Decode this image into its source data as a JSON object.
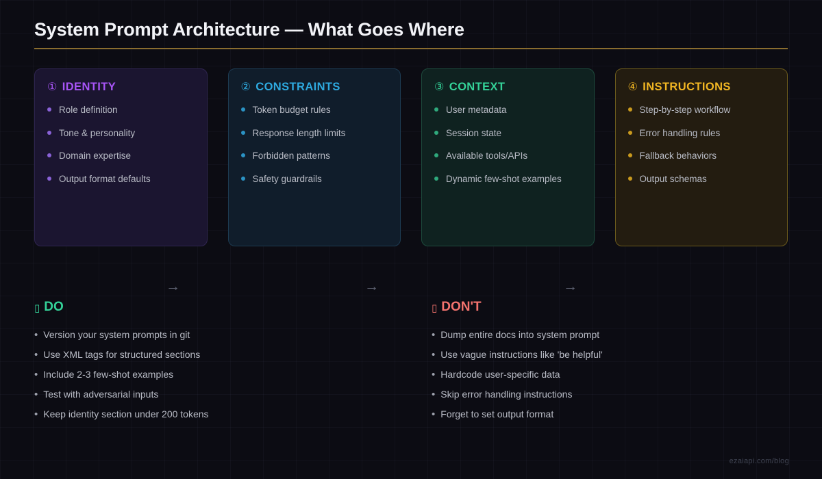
{
  "page": {
    "title": "System Prompt Architecture — What Goes Where",
    "watermark": "ezaiapi.com/blog",
    "background_color": "#0c0c13",
    "rule_color": "#8a6d2f"
  },
  "cards": [
    {
      "number": "①",
      "title": "IDENTITY",
      "accent": "#a855f7",
      "background": "#1b1530",
      "border": "#2f2550",
      "items": [
        "Role definition",
        "Tone & personality",
        "Domain expertise",
        "Output format defaults"
      ]
    },
    {
      "number": "②",
      "title": "CONSTRAINTS",
      "accent": "#2eaae0",
      "background": "#101d2b",
      "border": "#1d3b52",
      "items": [
        "Token budget rules",
        "Response length limits",
        "Forbidden patterns",
        "Safety guardrails"
      ]
    },
    {
      "number": "③",
      "title": "CONTEXT",
      "accent": "#34d399",
      "background": "#0f2220",
      "border": "#1d4a3c",
      "items": [
        "User metadata",
        "Session state",
        "Available tools/APIs",
        "Dynamic few-shot examples"
      ]
    },
    {
      "number": "④",
      "title": "INSTRUCTIONS",
      "accent": "#f2b723",
      "background": "#231c10",
      "border": "#6b5a1c",
      "items": [
        "Step-by-step workflow",
        "Error handling rules",
        "Fallback behaviors",
        "Output schemas"
      ]
    }
  ],
  "arrows": {
    "glyph": "→",
    "color": "#5d6170",
    "count": 3
  },
  "do_panel": {
    "icon": "▯",
    "icon_name": "check-badge-icon",
    "title": "DO",
    "accent": "#34d399",
    "bullet": "•",
    "items": [
      "Version your system prompts in git",
      "Use XML tags for structured sections",
      "Include 2-3 few-shot examples",
      "Test with adversarial inputs",
      "Keep identity section under 200 tokens"
    ]
  },
  "dont_panel": {
    "icon": "▯",
    "icon_name": "cross-badge-icon",
    "title": "DON'T",
    "accent": "#f4736e",
    "bullet": "•",
    "items": [
      "Dump entire docs into system prompt",
      "Use vague instructions like 'be helpful'",
      "Hardcode user-specific data",
      "Skip error handling instructions",
      "Forget to set output format"
    ]
  }
}
